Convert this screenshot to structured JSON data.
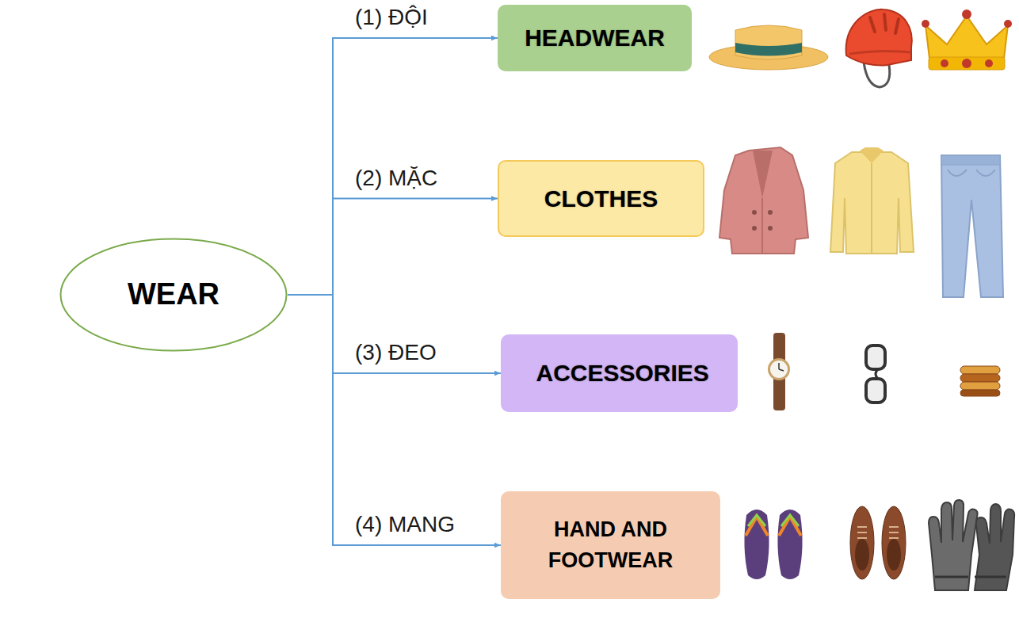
{
  "diagram": {
    "nodes": [
      {
        "text": [
          "WEAR"
        ]
      },
      {
        "text": [
          "HEADWEAR"
        ]
      },
      {
        "text": [
          "CLOTHES"
        ]
      },
      {
        "text": [
          "ACCESSORIES"
        ]
      },
      {
        "text": [
          "HAND AND FOOTWEAR"
        ]
      }
    ],
    "edges": [
      {
        "from": 0,
        "to": 1,
        "arrow": "to",
        "label": "(1) ĐỘI"
      },
      {
        "from": 0,
        "to": 2,
        "arrow": "to",
        "label": "(2) MẶC"
      },
      {
        "from": 0,
        "to": 3,
        "arrow": "to",
        "label": "(3) ĐEO"
      },
      {
        "from": 0,
        "to": 4,
        "arrow": "to",
        "label": "(4) MANG"
      }
    ]
  }
}
